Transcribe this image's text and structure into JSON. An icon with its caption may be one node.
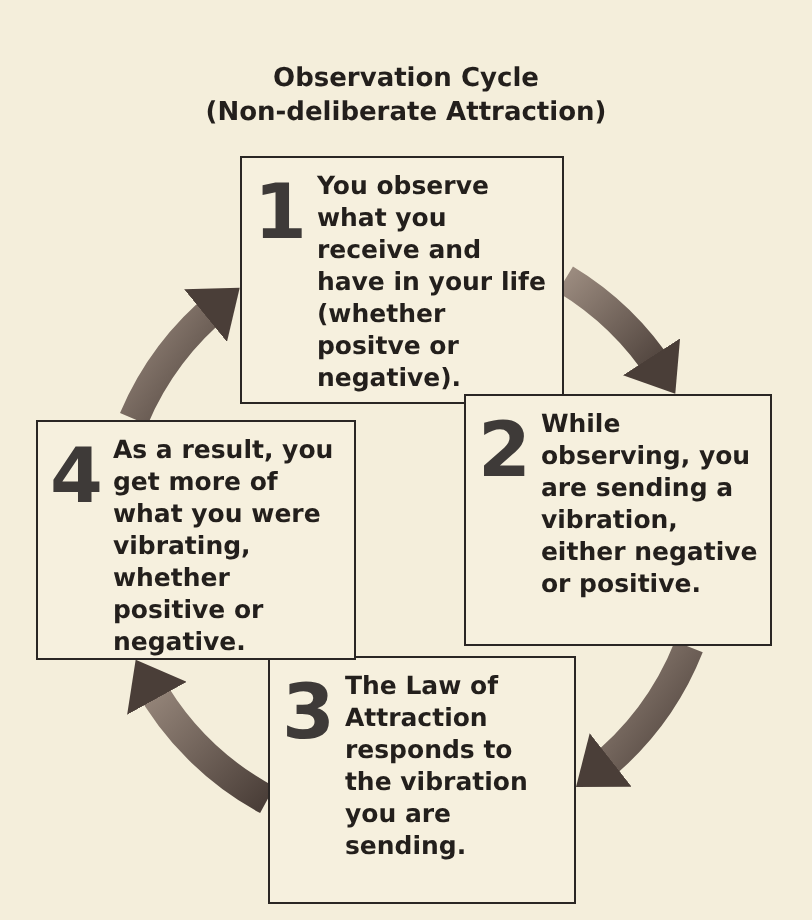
{
  "diagram": {
    "title": "Observation Cycle",
    "caption": "(Non-deliberate Attraction)",
    "nodes": [
      {
        "text": [
          "1",
          "You observe what you receive and have in your life (whether positve or negative)."
        ]
      },
      {
        "text": [
          "2",
          "While observing, you are sending a vibration, either negative or positive."
        ]
      },
      {
        "text": [
          "3",
          "The Law of Attraction responds to the vibration you are sending."
        ]
      },
      {
        "text": [
          "4",
          "As a result, you get more of what you were vibrating, whether positive or negative."
        ]
      }
    ],
    "edges": [
      {
        "from": 0,
        "to": 1,
        "arrow": "to"
      },
      {
        "from": 1,
        "to": 2,
        "arrow": "to"
      },
      {
        "from": 2,
        "to": 3,
        "arrow": "to"
      },
      {
        "from": 3,
        "to": 0,
        "arrow": "to"
      }
    ]
  }
}
